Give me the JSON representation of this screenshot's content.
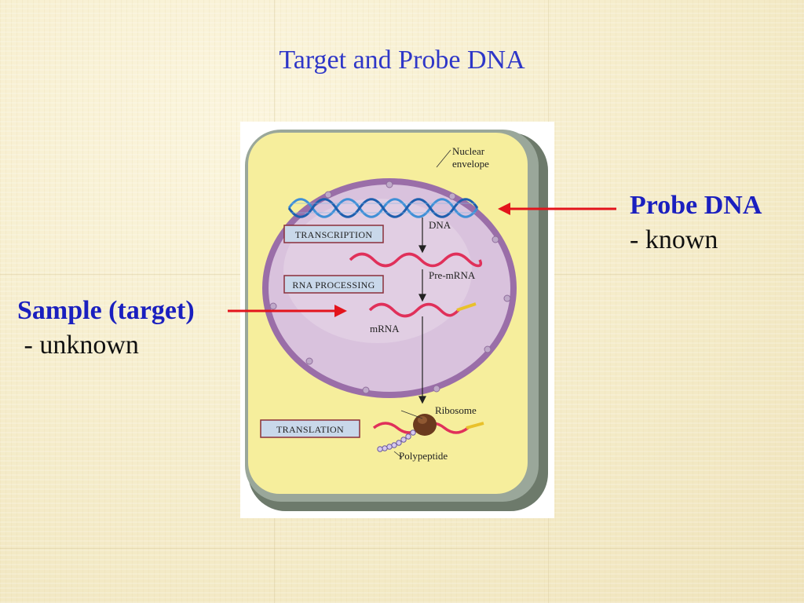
{
  "slide": {
    "title": "Target and Probe DNA"
  },
  "probe": {
    "heading": "Probe DNA",
    "sub": "- known",
    "arrow_color": "#e3141c"
  },
  "sample": {
    "heading": "Sample (target)",
    "sub": " - unknown",
    "arrow_color": "#e3141c"
  },
  "diagram": {
    "labels": {
      "nuclear_envelope_line1": "Nuclear",
      "nuclear_envelope_line2": "envelope",
      "dna": "DNA",
      "pre_mrna": "Pre-mRNA",
      "mrna": "mRNA",
      "ribosome": "Ribosome",
      "polypeptide": "Polypeptide"
    },
    "boxes": {
      "transcription": "TRANSCRIPTION",
      "rna_processing": "RNA PROCESSING",
      "translation": "TRANSLATION"
    },
    "colors": {
      "cell_fill": "#f6ee9c",
      "cell_border": "#5f6a5a",
      "nucleus_fill": "#d8bfdc",
      "dna_strand": "#3f8fd6",
      "rna_strand": "#e0305a",
      "box_fill": "#c9d8ea",
      "box_border": "#8a2f3a"
    }
  }
}
